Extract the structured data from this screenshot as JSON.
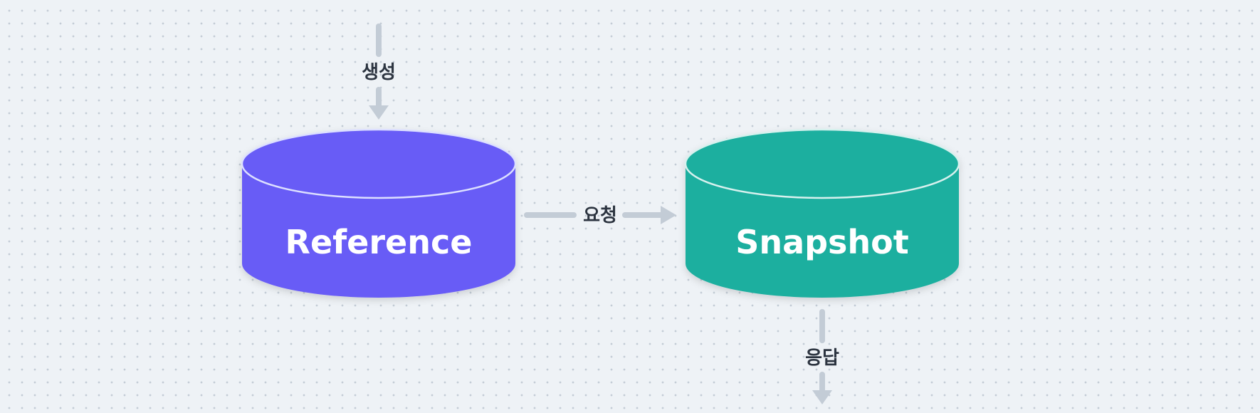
{
  "nodes": {
    "reference": {
      "label": "Reference",
      "color": "#675bf6"
    },
    "snapshot": {
      "label": "Snapshot",
      "color": "#1baf9f"
    }
  },
  "edges": {
    "create": {
      "label": "생성"
    },
    "request": {
      "label": "요청"
    },
    "response": {
      "label": "응답"
    }
  },
  "colors": {
    "background": "#eef2f6",
    "arrow": "#c3ccd6",
    "edge_text": "#2c3440"
  }
}
